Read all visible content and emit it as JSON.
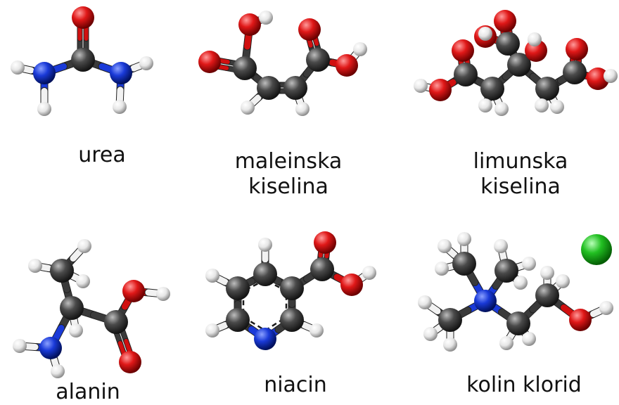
{
  "molecules": [
    {
      "name_lines": [
        "urea"
      ]
    },
    {
      "name_lines": [
        "maleinska",
        "kiselina"
      ]
    },
    {
      "name_lines": [
        "limunska",
        "kiselina"
      ]
    },
    {
      "name_lines": [
        "alanin"
      ]
    },
    {
      "name_lines": [
        "niacin"
      ]
    },
    {
      "name_lines": [
        "kolin klorid"
      ]
    }
  ],
  "colors": {
    "carbon": "#3a3a3a",
    "hydrogen": "#f2f2f2",
    "oxygen": "#d01010",
    "nitrogen": "#1a3ad8",
    "chlorine": "#22c022"
  }
}
